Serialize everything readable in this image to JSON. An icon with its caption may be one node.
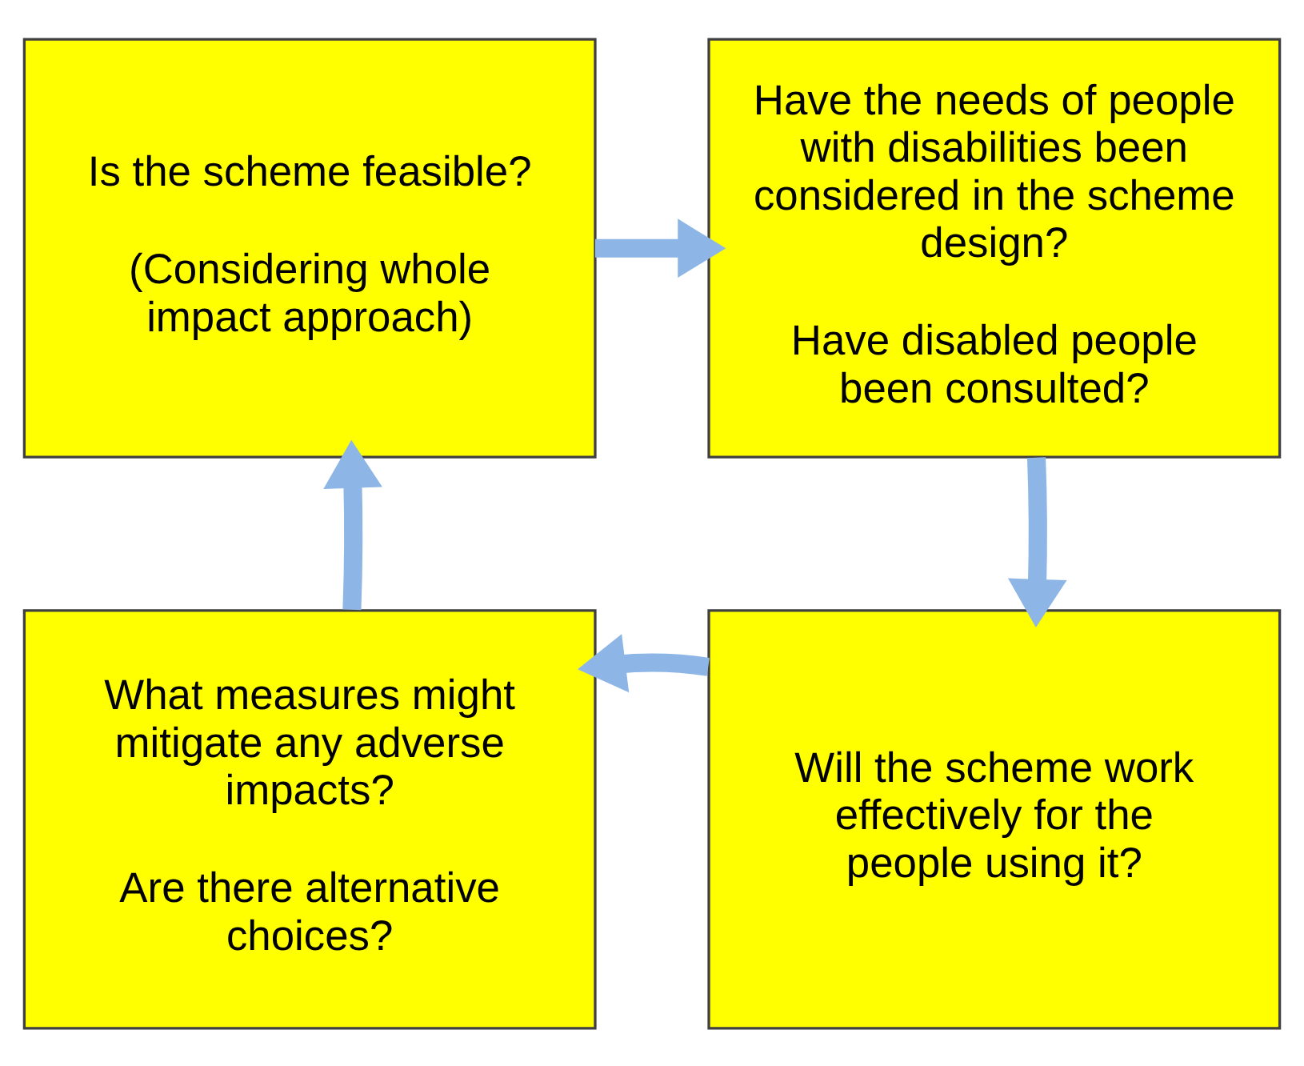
{
  "diagram": {
    "nodes": [
      {
        "text": [
          "Is the scheme feasible?",
          "(Considering whole impact approach)"
        ]
      },
      {
        "text": [
          "Have the needs of people with disabilities been considered in the scheme design?",
          "Have disabled people been consulted?"
        ]
      },
      {
        "text": [
          "What measures might mitigate any adverse impacts?",
          "Are there alternative choices?"
        ]
      },
      {
        "text": [
          "Will the scheme work effectively for the people using it?"
        ]
      }
    ],
    "edges": [
      {
        "from": 0,
        "to": 1,
        "arrow": "to"
      },
      {
        "from": 1,
        "to": 3,
        "arrow": "to"
      },
      {
        "from": 3,
        "to": 2,
        "arrow": "to"
      },
      {
        "from": 2,
        "to": 0,
        "arrow": "to"
      }
    ]
  }
}
